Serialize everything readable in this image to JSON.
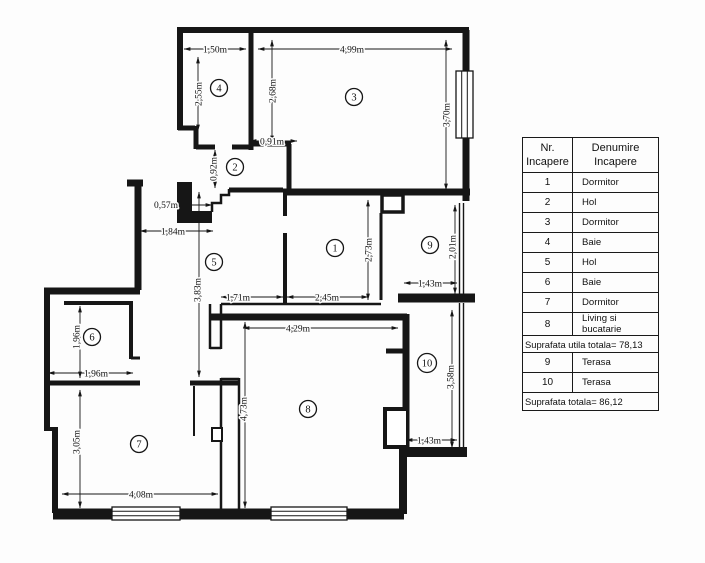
{
  "floorplan": {
    "rooms": {
      "n1": "1",
      "n2": "2",
      "n3": "3",
      "n4": "4",
      "n5": "5",
      "n6": "6",
      "n7": "7",
      "n8": "8",
      "n9": "9",
      "n10": "10"
    },
    "dims": {
      "d_1_50": "1,50m",
      "d_4_99": "4,99m",
      "d_2_55": "2,55m",
      "d_2_68": "2,68m",
      "d_3_70": "3,70m",
      "d_0_91": "0,91m",
      "d_0_92": "0,92m",
      "d_0_57": "0,57m",
      "d_1_84": "1,84m",
      "d_3_83": "3,83m",
      "d_1_71": "1,71m",
      "d_2_45": "2,45m",
      "d_2_73": "2,73m",
      "d_2_01": "2,01m",
      "d_1_43_terasa9": "1,43m",
      "d_4_29": "4,29m",
      "d_1_96_v": "1,96m",
      "d_1_96_h": "1,96m",
      "d_3_05": "3,05m",
      "d_4_08": "4,08m",
      "d_4_73": "4,73m",
      "d_3_58": "3,58m",
      "d_1_43_terasa10": "1,43m"
    }
  },
  "table": {
    "header": {
      "col1_line1": "Nr.",
      "col1_line2": "Incapere",
      "col2_line1": "Denumire",
      "col2_line2": "Incapere"
    },
    "rows": [
      {
        "nr": "1",
        "name": "Dormitor"
      },
      {
        "nr": "2",
        "name": "Hol"
      },
      {
        "nr": "3",
        "name": "Dormitor"
      },
      {
        "nr": "4",
        "name": "Baie"
      },
      {
        "nr": "5",
        "name": "Hol"
      },
      {
        "nr": "6",
        "name": "Baie"
      },
      {
        "nr": "7",
        "name": "Dormitor"
      },
      {
        "nr": "8",
        "name": "Living si bucatarie"
      }
    ],
    "subtotal": "Suprafata utila totala= 78,13",
    "rows2": [
      {
        "nr": "9",
        "name": "Terasa"
      },
      {
        "nr": "10",
        "name": "Terasa"
      }
    ],
    "total": "Suprafata totala= 86,12"
  }
}
